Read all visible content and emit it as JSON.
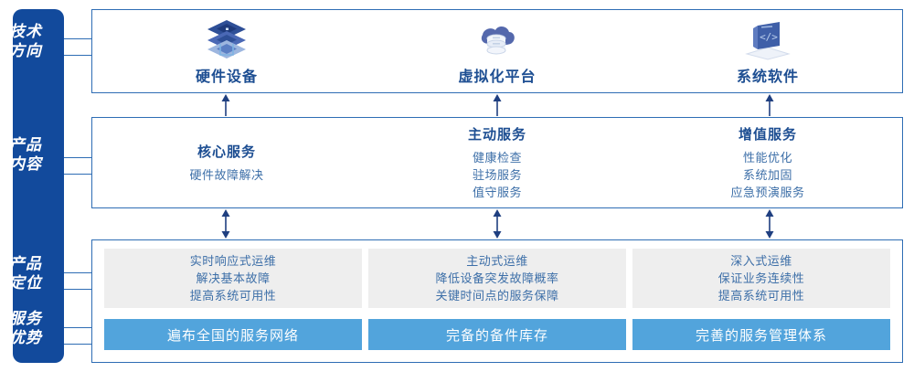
{
  "rail": {
    "labels": [
      {
        "id": "tech-direction",
        "text": "技术\n方向"
      },
      {
        "id": "product-content",
        "text": "产品\n内容"
      },
      {
        "id": "product-position",
        "text": "产品\n定位"
      },
      {
        "id": "service-advantage",
        "text": "服务\n优势"
      }
    ]
  },
  "tech": {
    "columns": [
      {
        "icon": "server-stack-icon",
        "label": "硬件设备"
      },
      {
        "icon": "cloud-database-icon",
        "label": "虚拟化平台"
      },
      {
        "icon": "software-code-icon",
        "label": "系统软件"
      }
    ]
  },
  "content": {
    "columns": [
      {
        "title": "核心服务",
        "items": [
          "硬件故障解决"
        ]
      },
      {
        "title": "主动服务",
        "items": [
          "健康检查",
          "驻场服务",
          "值守服务"
        ]
      },
      {
        "title": "增值服务",
        "items": [
          "性能优化",
          "系统加固",
          "应急预演服务"
        ]
      }
    ]
  },
  "positioning": {
    "cards": [
      {
        "lines": [
          "实时响应式运维",
          "解决基本故障",
          "提高系统可用性"
        ]
      },
      {
        "lines": [
          "主动式运维",
          "降低设备突发故障概率",
          "关键时间点的服务保障"
        ]
      },
      {
        "lines": [
          "深入式运维",
          "保证业务连续性",
          "提高系统可用性"
        ]
      }
    ]
  },
  "advantages": {
    "banners": [
      "遍布全国的服务网络",
      "完备的备件库存",
      "完善的服务管理体系"
    ]
  },
  "arrows": {
    "up_arrow_name": "arrow-up",
    "double_arrow_name": "arrow-up-down"
  },
  "colors": {
    "rail_blue": "#124A9C",
    "border_blue": "#2E6DB4",
    "title_blue": "#1D4E92",
    "body_blue": "#3D6FA8",
    "banner_blue": "#52A4DC",
    "card_grey": "#EEEEEE"
  }
}
